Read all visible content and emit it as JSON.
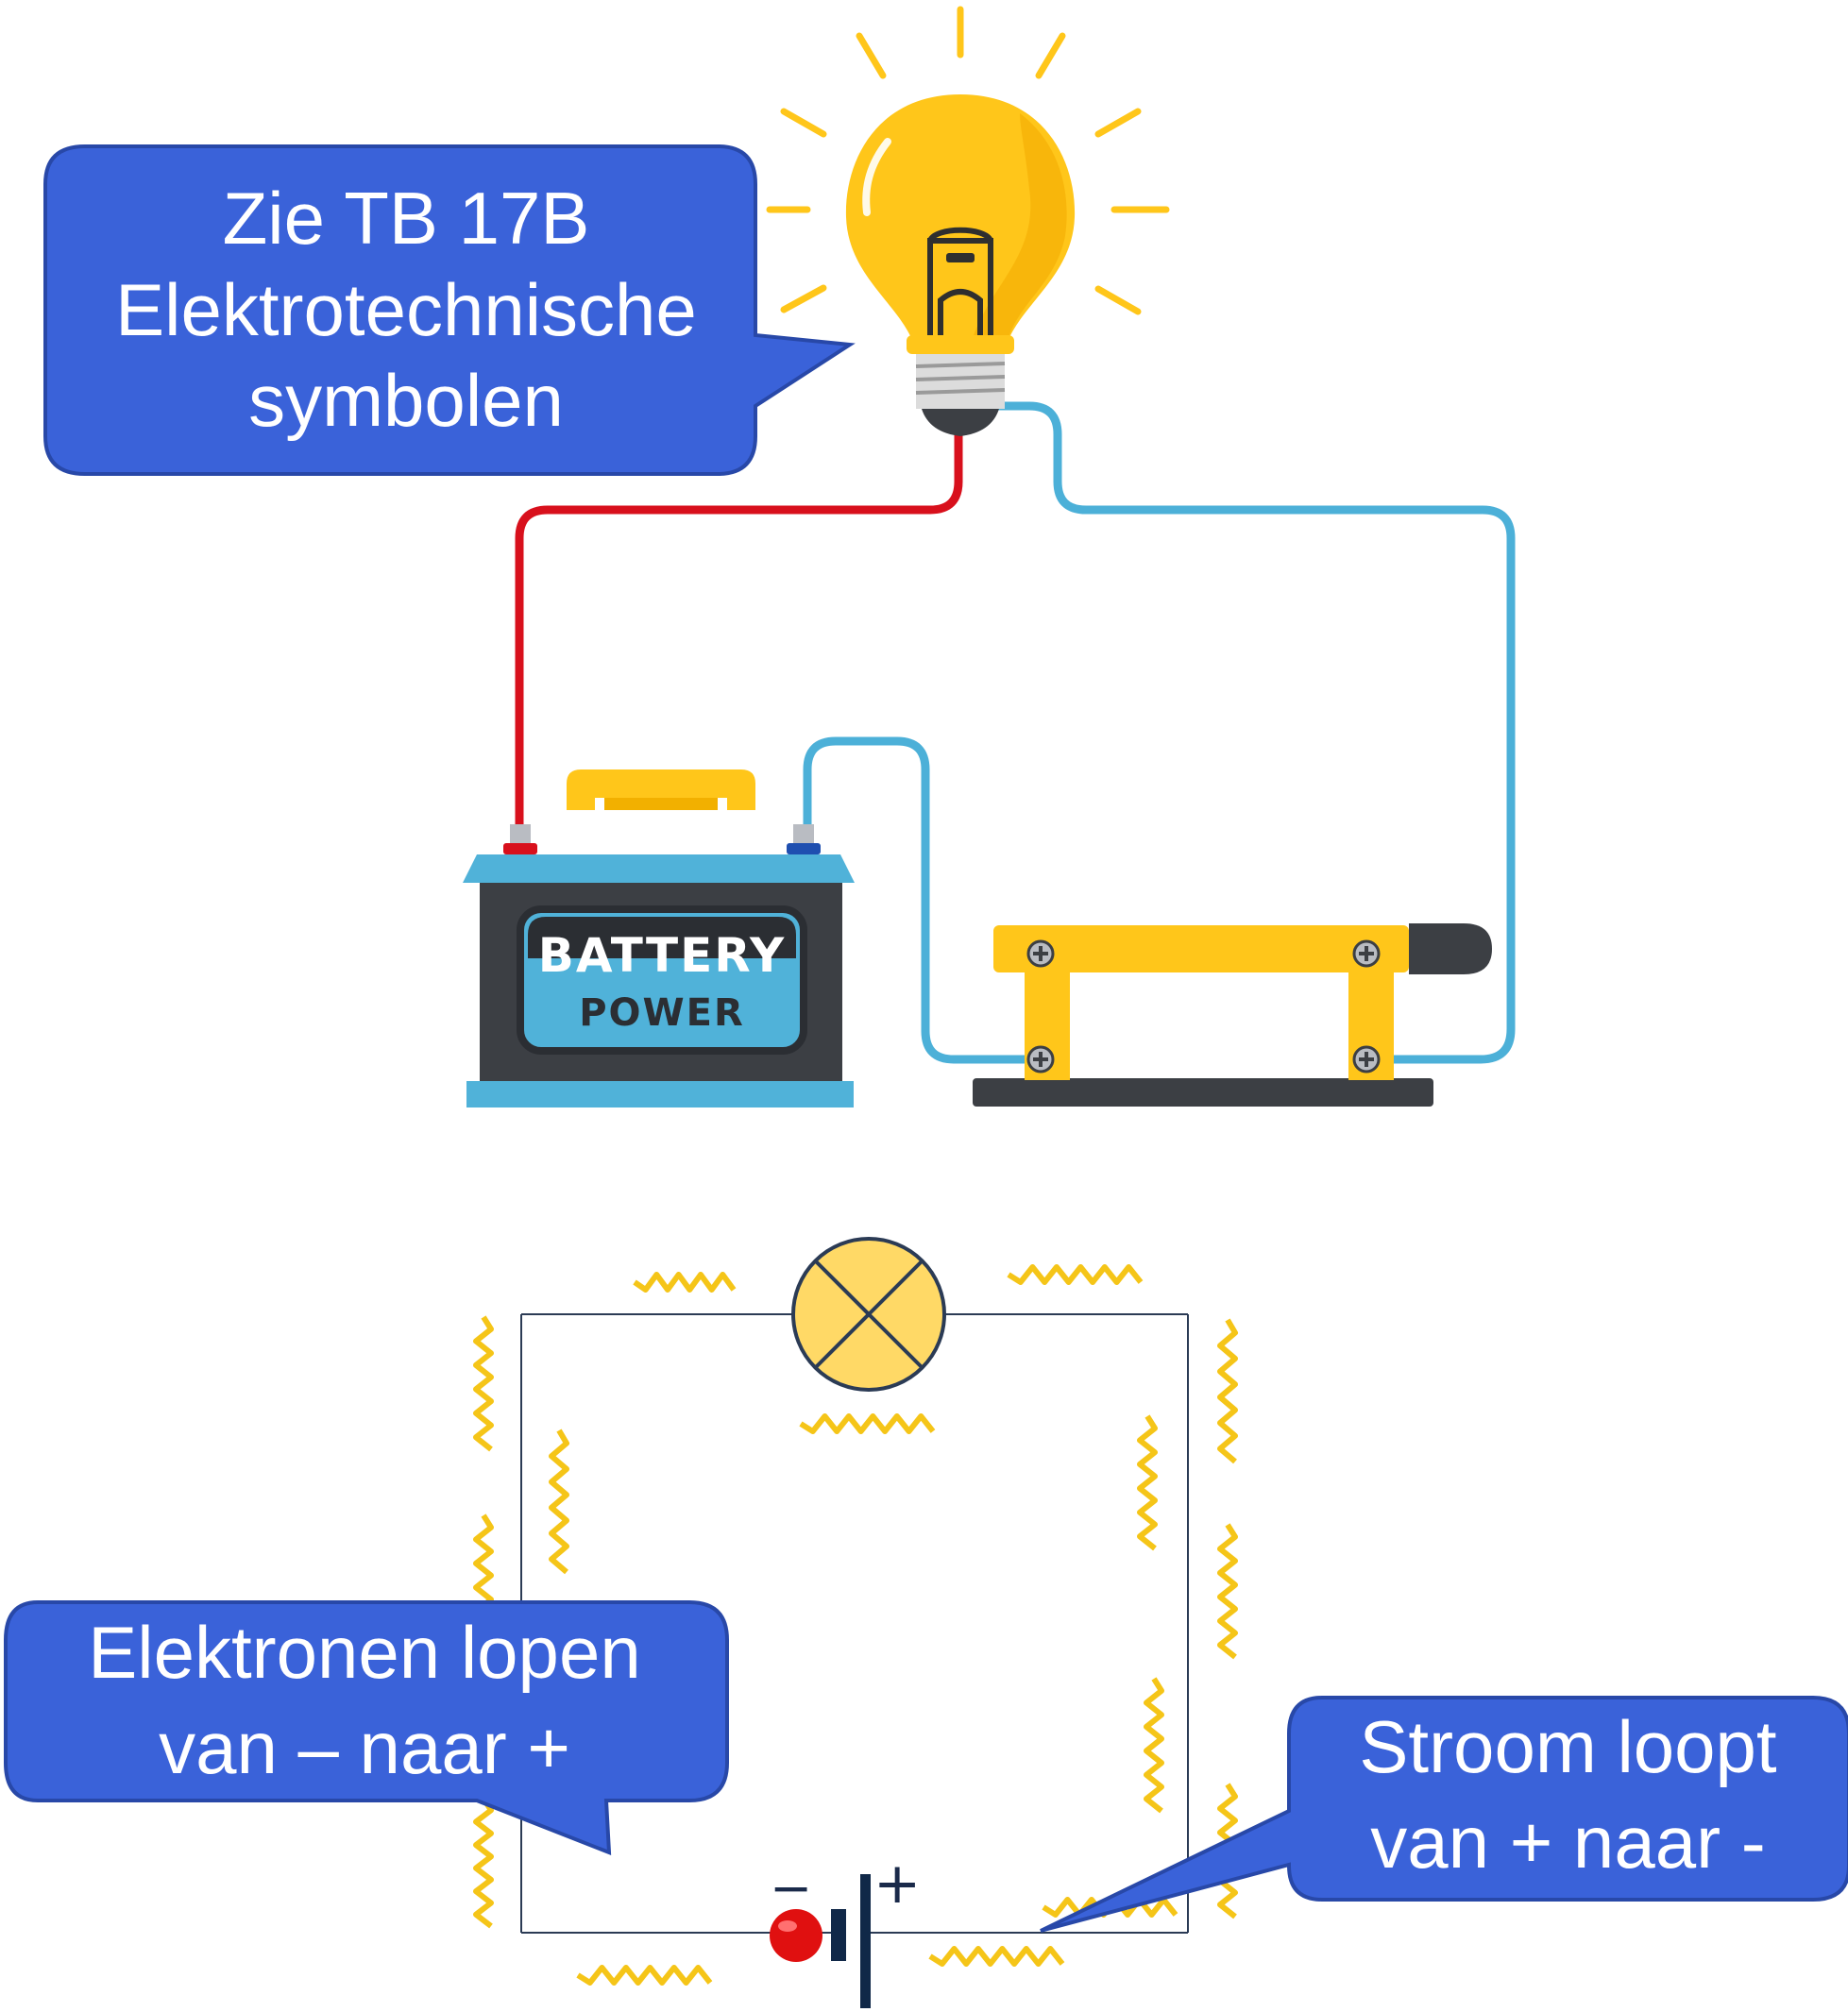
{
  "callouts": {
    "reference": {
      "lines": [
        "Zie TB 17B",
        "Elektrotechnische",
        "symbolen"
      ]
    },
    "electrons": {
      "lines": [
        "Elektronen lopen",
        "van – naar +"
      ]
    },
    "current": {
      "lines": [
        "Stroom loopt",
        "van + naar -"
      ]
    }
  },
  "battery": {
    "label_top": "BATTERY",
    "label_bottom": "POWER"
  },
  "schematic": {
    "minus_sign": "−",
    "plus_sign": "+"
  },
  "colors": {
    "callout_fill": "#3a62d9",
    "callout_stroke": "#2848a8",
    "wire_red": "#d8101c",
    "wire_blue": "#4cb0d8",
    "bulb_yellow": "#ffc61a",
    "lamp_symbol_fill": "#ffd966",
    "zigzag": "#f5c518",
    "battery_body": "#3c3f44",
    "battery_blue": "#50b2d9",
    "switch_yellow": "#ffc61a"
  }
}
